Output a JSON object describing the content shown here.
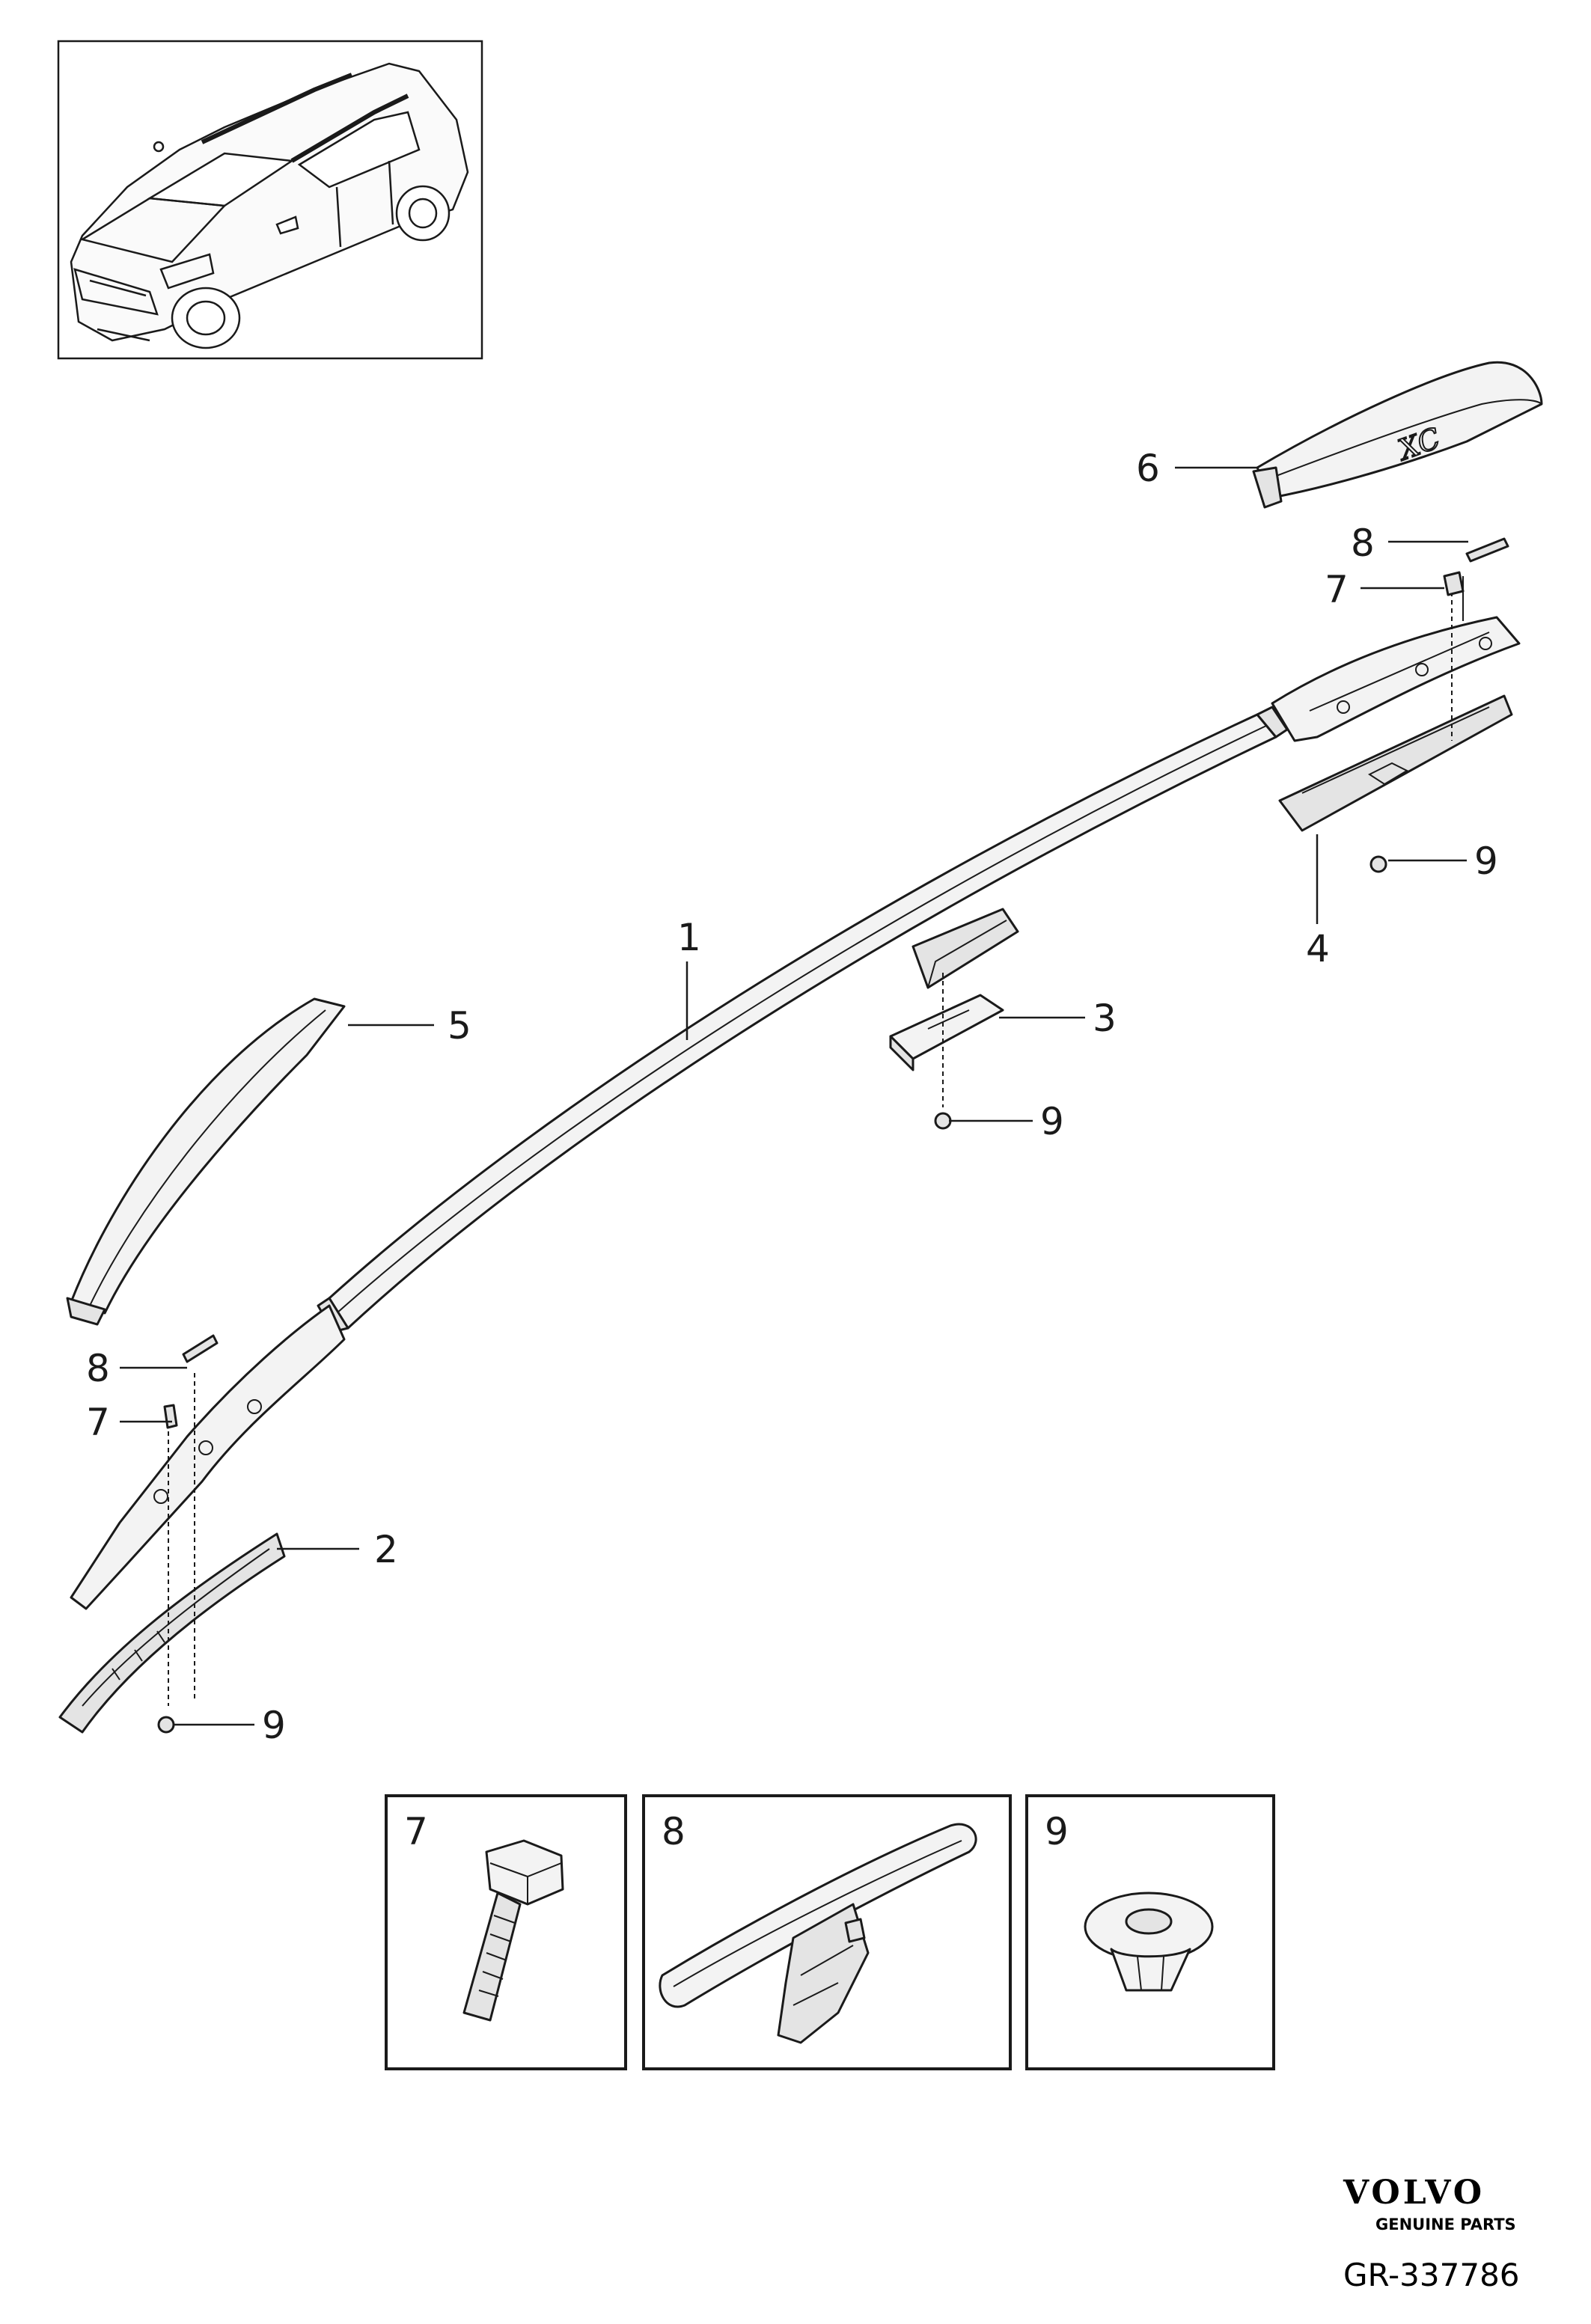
{
  "callouts": {
    "c1": "1",
    "c2": "2",
    "c3": "3",
    "c4": "4",
    "c5": "5",
    "c6": "6",
    "c7a": "7",
    "c7b": "7",
    "c8a": "8",
    "c8b": "8",
    "c9a": "9",
    "c9b": "9",
    "c9c": "9"
  },
  "cover_badge": "XC",
  "insets": {
    "i7": "7",
    "i8": "8",
    "i9": "9"
  },
  "footer": {
    "brand": "VOLVO",
    "tagline": "GENUINE PARTS",
    "reference": "GR-337786"
  }
}
